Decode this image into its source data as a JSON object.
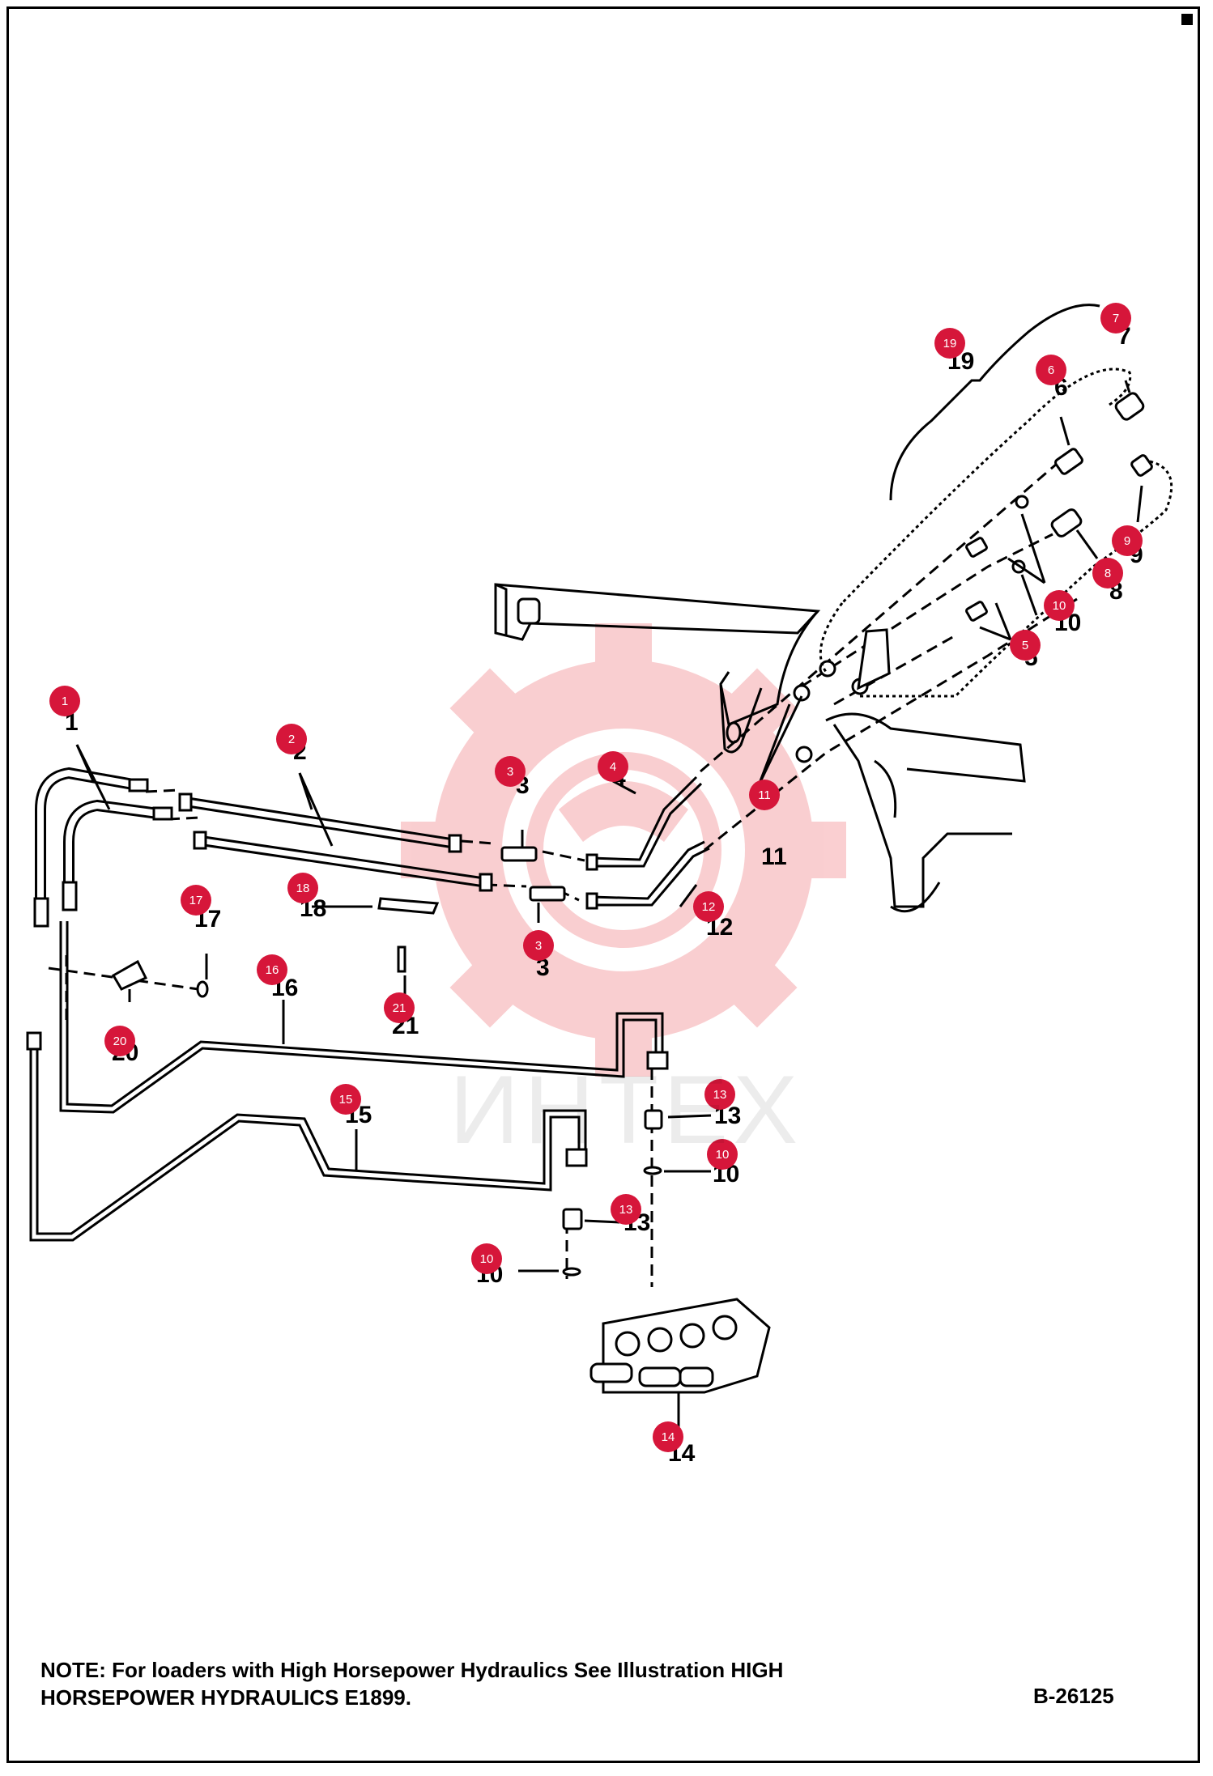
{
  "drawing_number": "B-26125",
  "note": {
    "line1": "NOTE: For loaders with High Horsepower Hydraulics See Illustration HIGH",
    "line2": "HORSEPOWER HYDRAULICS E1899."
  },
  "watermark": {
    "text": "ИНТЕХ",
    "icon": "gear-logo-icon",
    "color": "#e8262d"
  },
  "colors": {
    "bubble": "#d6163a",
    "line": "#000000"
  },
  "callouts": {
    "c1": {
      "num": "1",
      "label": "1"
    },
    "c2": {
      "num": "2",
      "label": "2"
    },
    "c3a": {
      "num": "3",
      "label": "3"
    },
    "c3b": {
      "num": "3",
      "label": "3"
    },
    "c4": {
      "num": "4",
      "label": "4"
    },
    "c5": {
      "num": "5",
      "label": "5"
    },
    "c6": {
      "num": "6",
      "label": "6"
    },
    "c7": {
      "num": "7",
      "label": "7"
    },
    "c8": {
      "num": "8",
      "label": "8"
    },
    "c9": {
      "num": "9",
      "label": "9"
    },
    "c10a": {
      "num": "10",
      "label": "10"
    },
    "c10b": {
      "num": "10",
      "label": "10"
    },
    "c10c": {
      "num": "10",
      "label": "10"
    },
    "c11": {
      "num": "11",
      "label": "11"
    },
    "c12": {
      "num": "12",
      "label": "12"
    },
    "c13a": {
      "num": "13",
      "label": "13"
    },
    "c13b": {
      "num": "13",
      "label": "13"
    },
    "c14": {
      "num": "14",
      "label": "14"
    },
    "c15": {
      "num": "15",
      "label": "15"
    },
    "c16": {
      "num": "16",
      "label": "16"
    },
    "c17": {
      "num": "17",
      "label": "17"
    },
    "c18": {
      "num": "18",
      "label": "18"
    },
    "c19": {
      "num": "19",
      "label": "19"
    },
    "c20": {
      "num": "20",
      "label": "20"
    },
    "c21": {
      "num": "21",
      "label": "21"
    }
  }
}
